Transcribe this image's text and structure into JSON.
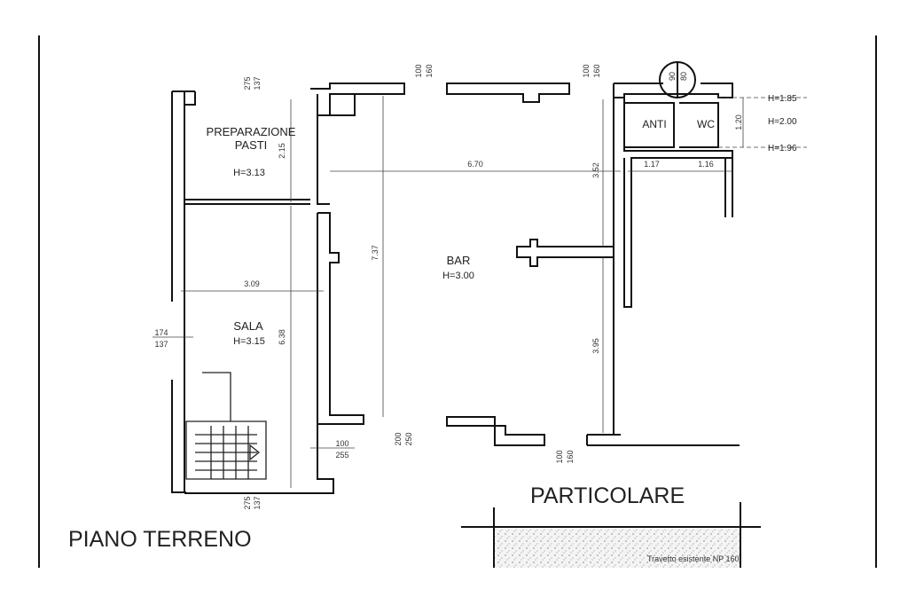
{
  "plan": {
    "title": "PIANO TERRENO",
    "detail_title": "PARTICOLARE",
    "detail_note": "Travetto esistente NP 160",
    "rooms": [
      {
        "name": "PREPARAZIONE",
        "name2": "PASTI",
        "height": "H=3.13"
      },
      {
        "name": "SALA",
        "height": "H=3.15"
      },
      {
        "name": "BAR",
        "height": "H=3.00"
      },
      {
        "name": "ANTI"
      },
      {
        "name": "WC"
      }
    ],
    "heights_right": [
      "H=1.85",
      "H=2.00",
      "H=1.96"
    ],
    "dimensions": {
      "d_670": "6.70",
      "d_309": "3.09",
      "d_737": "7.37",
      "d_638": "6.38",
      "d_215": "2.15",
      "d_352": "3.52",
      "d_395": "3.95",
      "d_117": "1.17",
      "d_116": "1.16",
      "d_120": "1.20",
      "top_win1_a": "275",
      "top_win1_b": "137",
      "top_win2_a": "100",
      "top_win2_b": "160",
      "top_win3_a": "100",
      "top_win3_b": "160",
      "circle_a": "90",
      "circle_b": "80",
      "left_win_a": "174",
      "left_win_b": "137",
      "door_a": "100",
      "door_b": "255",
      "bottom_a": "200",
      "bottom_b": "250",
      "bottom_win_a": "100",
      "bottom_win_b": "160",
      "bot_left_a": "275",
      "bot_left_b": "137"
    }
  }
}
